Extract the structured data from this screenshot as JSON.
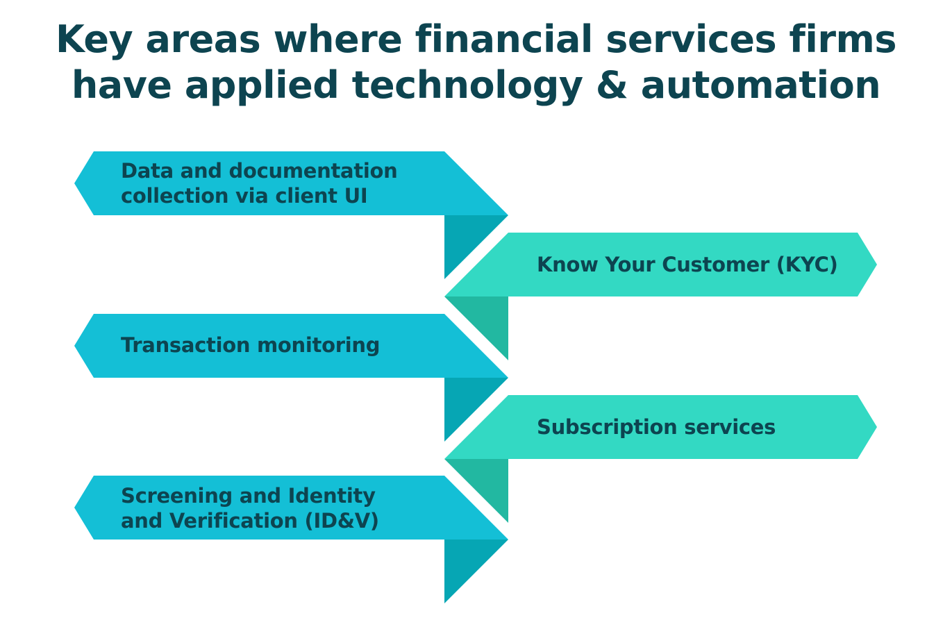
{
  "title": {
    "line1": "Key areas where financial services firms",
    "line2": "have applied technology & automation"
  },
  "items": [
    {
      "line1": "Data and documentation",
      "line2": "collection via client UI"
    },
    {
      "line1": "Know Your Customer (KYC)"
    },
    {
      "line1": "Transaction monitoring"
    },
    {
      "line1": "Subscription services"
    },
    {
      "line1": "Screening and Identity",
      "line2": "and Verification (ID&V)"
    }
  ],
  "colors": {
    "title_text": "#0d4450",
    "left_arrow": "#14bfd6",
    "left_fold": "#06a6b4",
    "right_arrow": "#33d9c3",
    "right_fold": "#22b8a1"
  }
}
